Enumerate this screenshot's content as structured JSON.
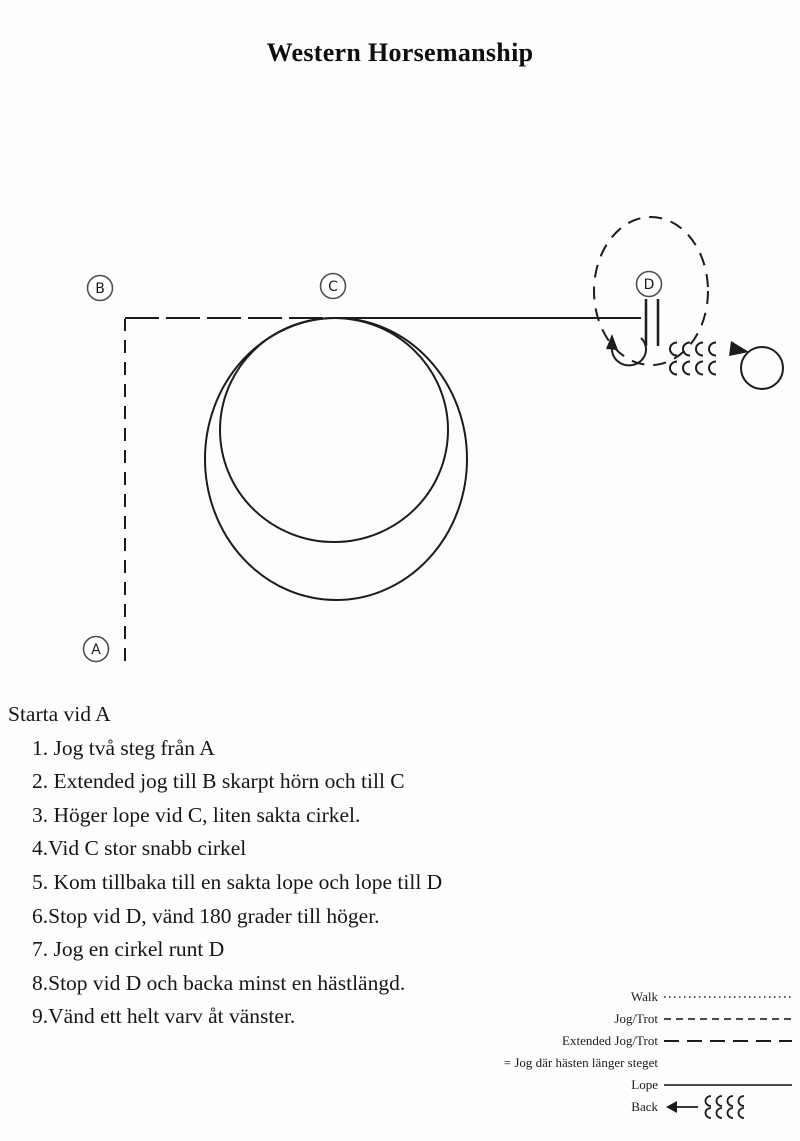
{
  "title": "Western Horsemanship",
  "diagram": {
    "markers": {
      "A": "A",
      "B": "B",
      "C": "C",
      "D": "D"
    }
  },
  "instructions": {
    "start": "Starta vid A",
    "steps": [
      {
        "num": "1. ",
        "text": "Jog två steg från A"
      },
      {
        "num": "2. ",
        "text": "Extended jog till B skarpt hörn och till C"
      },
      {
        "num": "3. ",
        "text": "Höger lope vid C, liten sakta cirkel."
      },
      {
        "num": "4.",
        "text": "Vid C stor snabb cirkel"
      },
      {
        "num": "5. ",
        "text": "Kom tillbaka till en sakta lope och lope till D"
      },
      {
        "num": "6.",
        "text": "Stop vid D, vänd 180 grader till höger."
      },
      {
        "num": "7. ",
        "text": "Jog en cirkel runt D"
      },
      {
        "num": "8.",
        "text": "Stop vid D och backa minst en hästlängd."
      },
      {
        "num": "9.",
        "text": "Vänd ett helt varv åt vänster."
      }
    ]
  },
  "legend": {
    "walk": "Walk",
    "jog_trot": "Jog/Trot",
    "extended_jog_trot": "Extended Jog/Trot",
    "note": "= Jog där hästen länger steget",
    "lope": "Lope",
    "back": "Back"
  },
  "colors": {
    "ink": "#1c1c1c",
    "marker_ring": "#4f4f4f"
  }
}
